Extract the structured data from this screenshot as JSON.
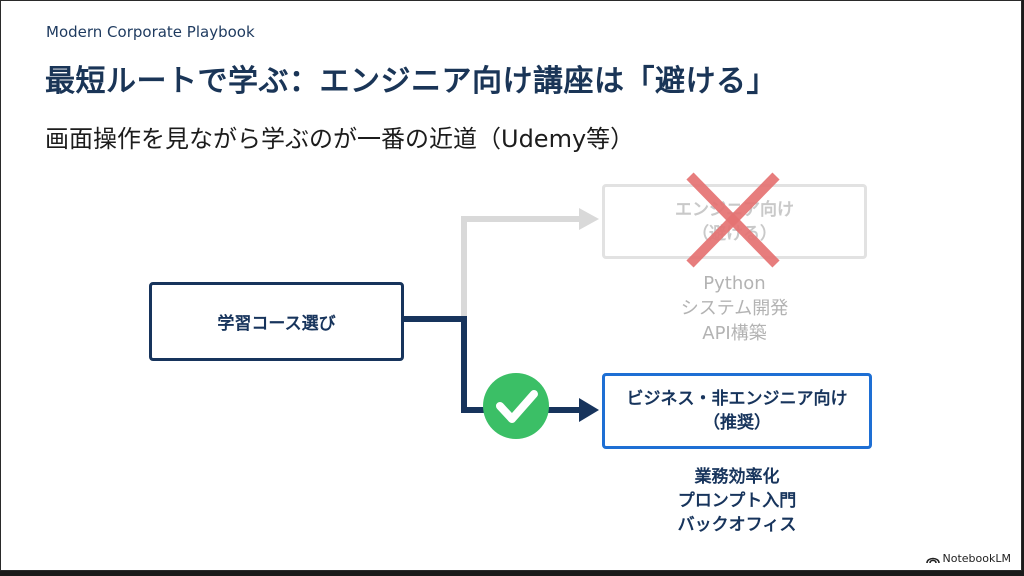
{
  "header": {
    "overline": "Modern Corporate Playbook",
    "title": "最短ルートで学ぶ：エンジニア向け講座は「避ける」",
    "subtitle": "画面操作を見ながら学ぶのが一番の近道（Udemy等）"
  },
  "flow": {
    "start": {
      "label": "学習コース選び"
    },
    "avoid": {
      "line1": "エンジニア向け",
      "line2": "（避ける）",
      "items": [
        "Python",
        "システム開発",
        "API構築"
      ],
      "marker_icon": "cross-icon"
    },
    "recommended": {
      "line1": "ビジネス・非エンジニア向け",
      "line2": "（推奨）",
      "items": [
        "業務効率化",
        "プロンプト入門",
        "バックオフィス"
      ],
      "marker_icon": "check-icon"
    }
  },
  "colors": {
    "navy": "#17345c",
    "blue": "#1e6fd4",
    "gray": "#e2e2e2",
    "green": "#3bbf66",
    "red": "#e57373"
  },
  "brand": {
    "label": "NotebookLM"
  }
}
